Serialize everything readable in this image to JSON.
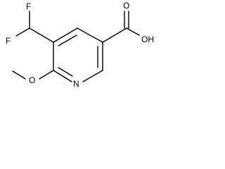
{
  "molecule": {
    "atoms": {
      "fluorine_top": "F",
      "fluorine_left": "F",
      "oxygen_carbonyl": "O",
      "hydroxyl": "OH",
      "oxygen_methoxy": "O",
      "nitrogen_ring": "N"
    }
  }
}
